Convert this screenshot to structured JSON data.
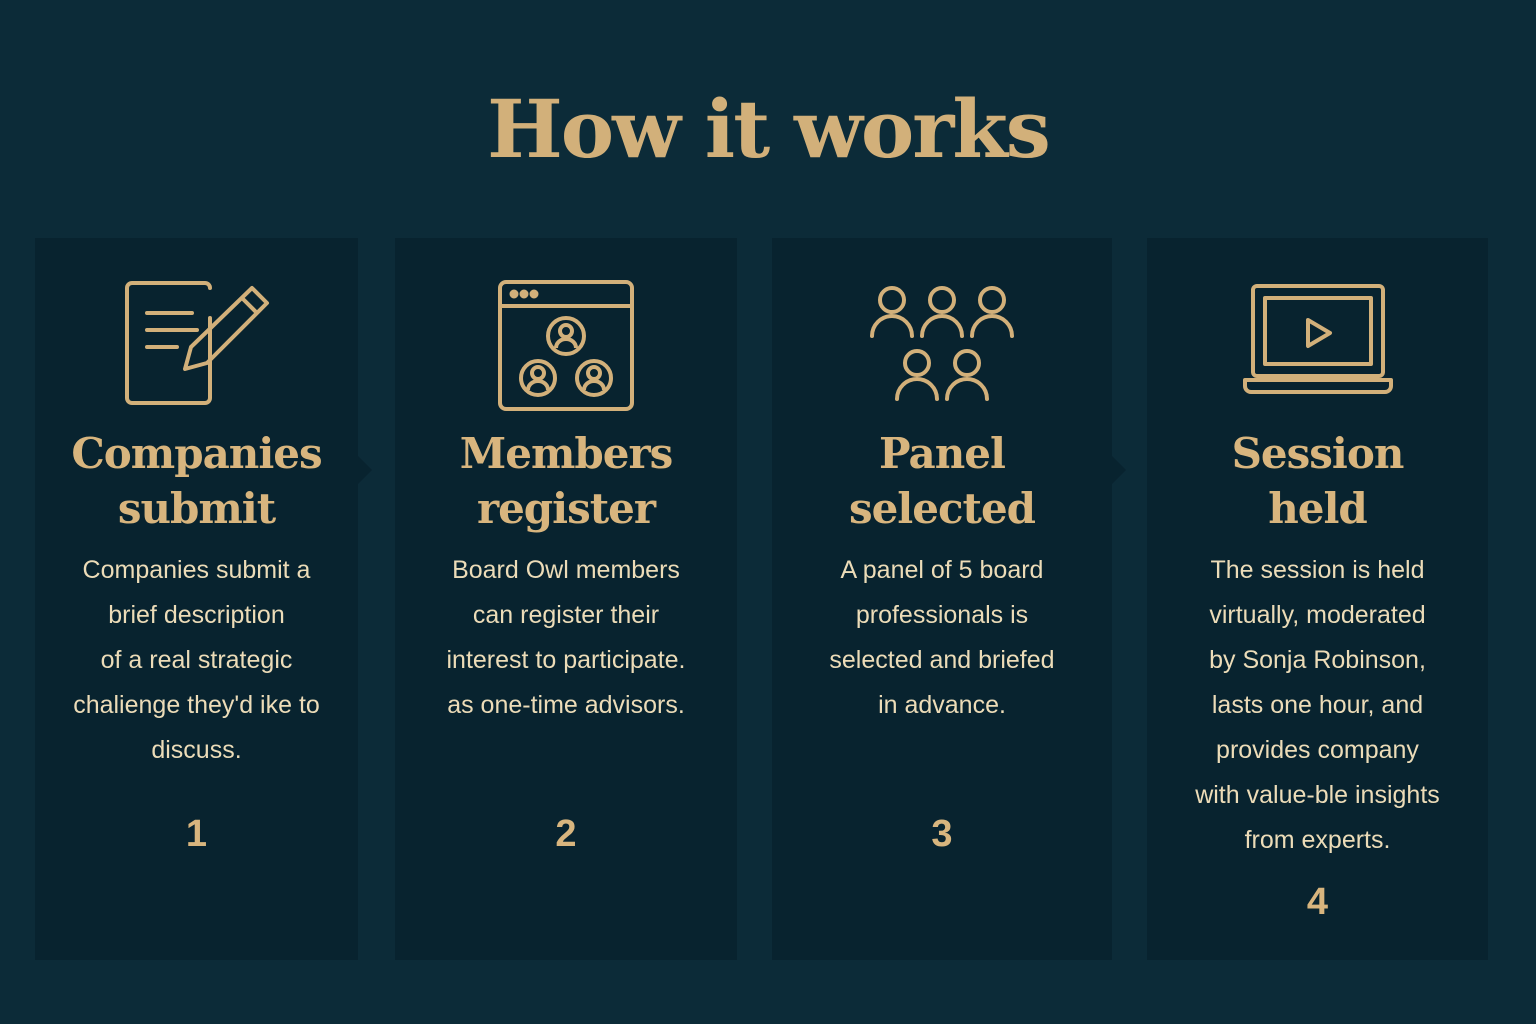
{
  "title": "How it works",
  "steps": [
    {
      "heading": [
        "Companies",
        "submit"
      ],
      "body": [
        "Companies submit a",
        "brief description",
        "of a real strategic",
        "chalienge they'd ike to",
        "discuss."
      ],
      "number": "1",
      "icon": "document-pencil-icon"
    },
    {
      "heading": [
        "Members",
        "register"
      ],
      "body": [
        "Board Owl members",
        "can register their",
        "interest to participate.",
        "as one-time advisors."
      ],
      "number": "2",
      "icon": "browser-users-icon"
    },
    {
      "heading": [
        "Panel",
        "selected"
      ],
      "body": [
        "A panel of 5 board",
        "professionals is",
        "selected and briefed",
        "in advance."
      ],
      "number": "3",
      "icon": "group-icon"
    },
    {
      "heading": [
        "Session",
        "held"
      ],
      "body": [
        "The session is held",
        "virtually, moderated",
        "by Sonja Robinson,",
        "lasts one hour, and",
        "provides company",
        "with value-ble insights",
        "from experts."
      ],
      "number": "4",
      "icon": "laptop-play-icon"
    }
  ],
  "colors": {
    "background": "#0c2b38",
    "card": "#08232f",
    "gold": "#d8b57e",
    "text": "#ecdcb8"
  }
}
